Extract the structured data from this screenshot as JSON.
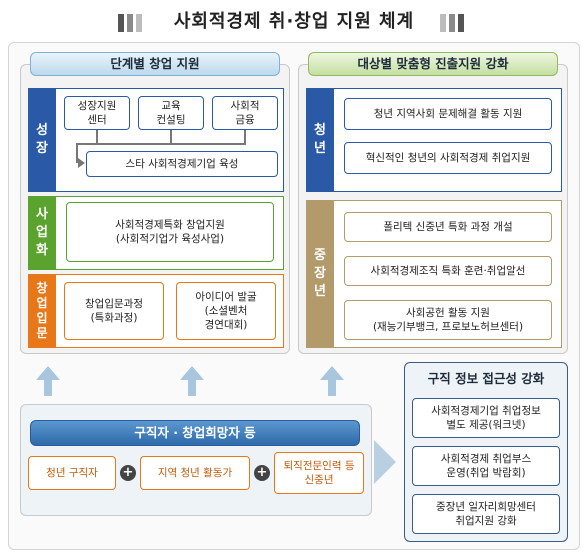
{
  "title": "사회적경제 취·창업 지원 체계",
  "left_panel": {
    "header": "단계별 창업 지원",
    "stages": [
      {
        "label": "성\n장",
        "items": [
          "성장지원\n센터",
          "교육\n컨설팅",
          "사회적\n금융"
        ],
        "result": "스타 사회적경제기업 육성"
      },
      {
        "label": "사\n업\n화",
        "items": [
          "사회적경제특화 창업지원\n(사회적기업가 육성사업)"
        ]
      },
      {
        "label": "창\n업\n입\n문",
        "items": [
          "창업입문과정\n(특화과정)",
          "아이디어 발굴\n(소셜벤처\n경연대회)"
        ]
      }
    ]
  },
  "right_panel": {
    "header": "대상별 맞춤형 진출지원 강화",
    "youth": {
      "label": "청\n년",
      "items": [
        "청년 지역사회 문제해결 활동 지원",
        "혁신적인 청년의 사회적경제 취업지원"
      ]
    },
    "middle": {
      "label": "중\n장\n년",
      "items": [
        "폴리텍 신중년 특화 과정 개설",
        "사회적경제조직 특화 훈련·취업알선",
        "사회공헌 활동 지원\n(재능기부뱅크, 프로보노허브센터)"
      ]
    }
  },
  "bottom": {
    "header": "구직자 · 창업희망자 등",
    "items": [
      "청년 구직자",
      "지역 청년 활동가",
      "퇴직전문인력 등\n신중년"
    ],
    "plus": "+"
  },
  "info_panel": {
    "header": "구직 정보 접근성 강화",
    "items": [
      "사회적경제기업 취업정보\n별도 제공(워크넷)",
      "사회적경제 취업부스\n운영(취업 박람회)",
      "중장년 일자리희망센터\n취업지원 강화"
    ]
  },
  "colors": {
    "blue": "#2a5aa6",
    "green": "#5aa32f",
    "orange": "#e8771a",
    "tan": "#b39a6a"
  }
}
